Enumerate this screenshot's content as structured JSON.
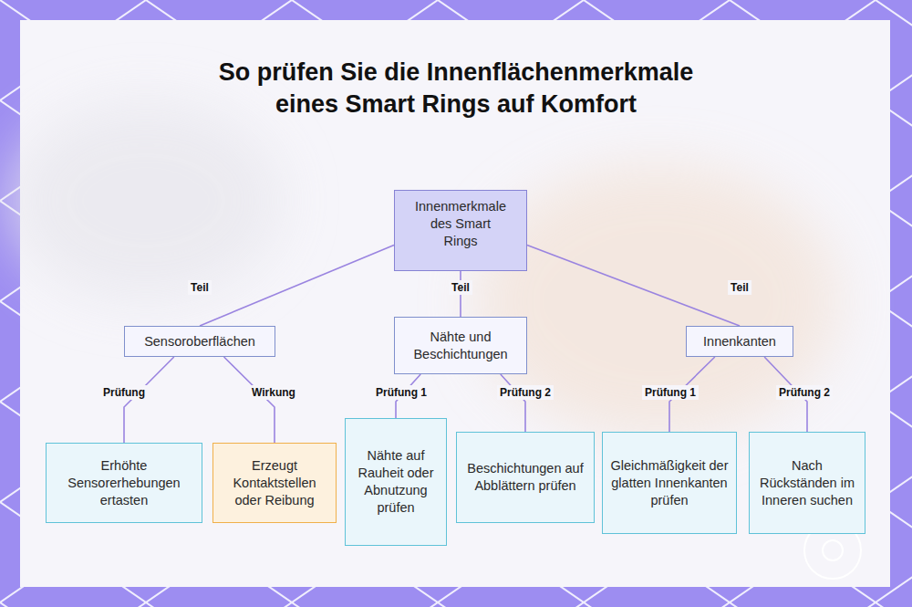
{
  "diagram": {
    "title": "So prüfen Sie die Innenflächenmerkmale eines Smart Rings auf Komfort",
    "nodes": [
      {
        "text": [
          "Innenmerkmale des Smart Rings"
        ]
      },
      {
        "text": [
          "Sensoroberflächen"
        ]
      },
      {
        "text": [
          "Nähte und Beschichtungen"
        ]
      },
      {
        "text": [
          "Innenkanten"
        ]
      },
      {
        "text": [
          "Erhöhte Sensorerhebungen ertasten"
        ]
      },
      {
        "text": [
          "Erzeugt Kontaktstellen oder Reibung"
        ]
      },
      {
        "text": [
          "Nähte auf Rauheit oder Abnutzung prüfen"
        ]
      },
      {
        "text": [
          "Beschichtungen auf Abblättern prüfen"
        ]
      },
      {
        "text": [
          "Gleichmäßigkeit der glatten Innenkanten prüfen"
        ]
      },
      {
        "text": [
          "Nach Rückständen im Inneren suchen"
        ]
      }
    ],
    "edges": [
      {
        "from": 0,
        "to": 1,
        "arrow": "none",
        "label": "Teil"
      },
      {
        "from": 0,
        "to": 2,
        "arrow": "none",
        "label": "Teil"
      },
      {
        "from": 0,
        "to": 3,
        "arrow": "none",
        "label": "Teil"
      },
      {
        "from": 1,
        "to": 4,
        "arrow": "none",
        "label": "Prüfung"
      },
      {
        "from": 1,
        "to": 5,
        "arrow": "none",
        "label": "Wirkung"
      },
      {
        "from": 2,
        "to": 6,
        "arrow": "none",
        "label": "Prüfung 1"
      },
      {
        "from": 2,
        "to": 7,
        "arrow": "none",
        "label": "Prüfung 2"
      },
      {
        "from": 3,
        "to": 8,
        "arrow": "none",
        "label": "Prüfung 1"
      },
      {
        "from": 3,
        "to": 9,
        "arrow": "none",
        "label": "Prüfung 2"
      }
    ]
  }
}
